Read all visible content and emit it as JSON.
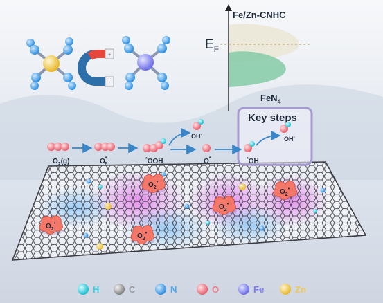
{
  "dos_panel": {
    "label_top": "Fe/Zn-CNHC",
    "fermi_symbol": "E",
    "fermi_subscript": "F",
    "label_bottom_main": "FeN",
    "label_bottom_sub": "4",
    "color_top": "#ece8d8",
    "color_bottom": "#8fcfae"
  },
  "mechanism": {
    "key_steps_label": "Key steps",
    "species": [
      {
        "label": "O",
        "sub": "2",
        "tail": "(g)"
      },
      {
        "label": "O",
        "sub": "2",
        "sup": "*"
      },
      {
        "label": "OOH",
        "prefix": "*"
      },
      {
        "label": "O",
        "sup": "*"
      },
      {
        "label": "OH",
        "prefix": "*"
      }
    ],
    "product_1": "OH",
    "product_1_sup": "-",
    "product_2": "OH",
    "product_2_sup": "-"
  },
  "superoxide_label": {
    "main": "O",
    "sub": "2",
    "sup": "•"
  },
  "legend": [
    {
      "label": "H",
      "color": "#2fd3e0"
    },
    {
      "label": "C",
      "color": "#9a9a9a"
    },
    {
      "label": "N",
      "color": "#4aa8f0"
    },
    {
      "label": "O",
      "color": "#f07a86"
    },
    {
      "label": "Fe",
      "color": "#7b7cf0"
    },
    {
      "label": "Zn",
      "color": "#f2c94c"
    }
  ],
  "colors": {
    "arrow": "#3a86c8",
    "key_box": "#a59ad0",
    "magenta_glow": "#e070e8",
    "sheet_stroke": "#3c3c44",
    "blob": "#f4786a"
  }
}
